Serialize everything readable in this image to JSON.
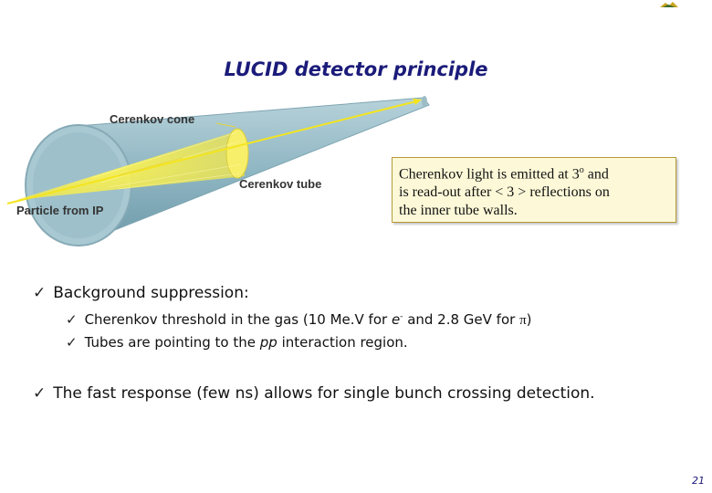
{
  "slide": {
    "title": "LUCID detector principle",
    "page_number": "21"
  },
  "diagram": {
    "labels": {
      "cone": "Cerenkov cone",
      "tube": "Cerenkov tube",
      "particle": "Particle from IP"
    }
  },
  "note": {
    "line1_pre": "Cherenkov light is emitted at 3",
    "degree_mark": "o",
    "line1_post": " and",
    "line2": "is read-out after  < 3 > reflections on",
    "line3": "the inner tube walls."
  },
  "bullets": {
    "background": "Background suppression:",
    "threshold_pre": "Cherenkov threshold in the gas (10 Me.V for ",
    "threshold_e": "e",
    "threshold_sup": "-",
    "threshold_mid": " and 2.8 GeV for ",
    "threshold_pi": "π",
    "threshold_post": ")",
    "tubes_pre": "Tubes are pointing to the ",
    "tubes_pp": "pp",
    "tubes_post": " interaction region.",
    "fast_response": "The fast response (few ns) allows for single bunch crossing detection.",
    "check_glyph": "✓"
  }
}
